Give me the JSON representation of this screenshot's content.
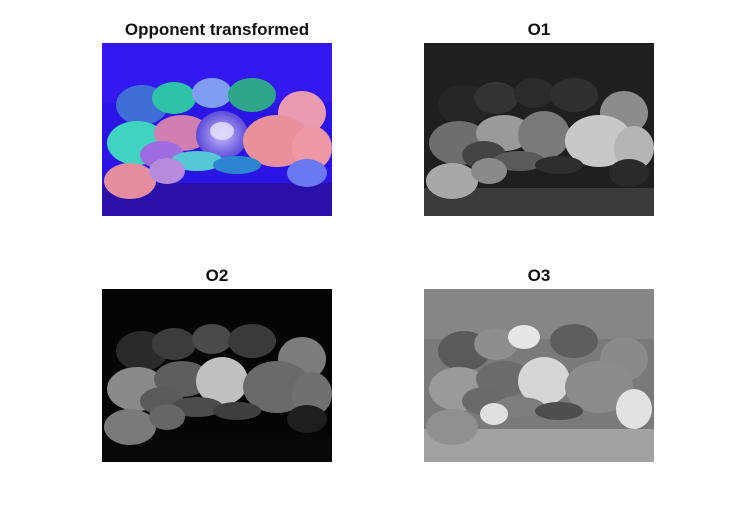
{
  "figure": {
    "panels": [
      {
        "title": "Opponent transformed"
      },
      {
        "title": "O1"
      },
      {
        "title": "O2"
      },
      {
        "title": "O3"
      }
    ]
  }
}
